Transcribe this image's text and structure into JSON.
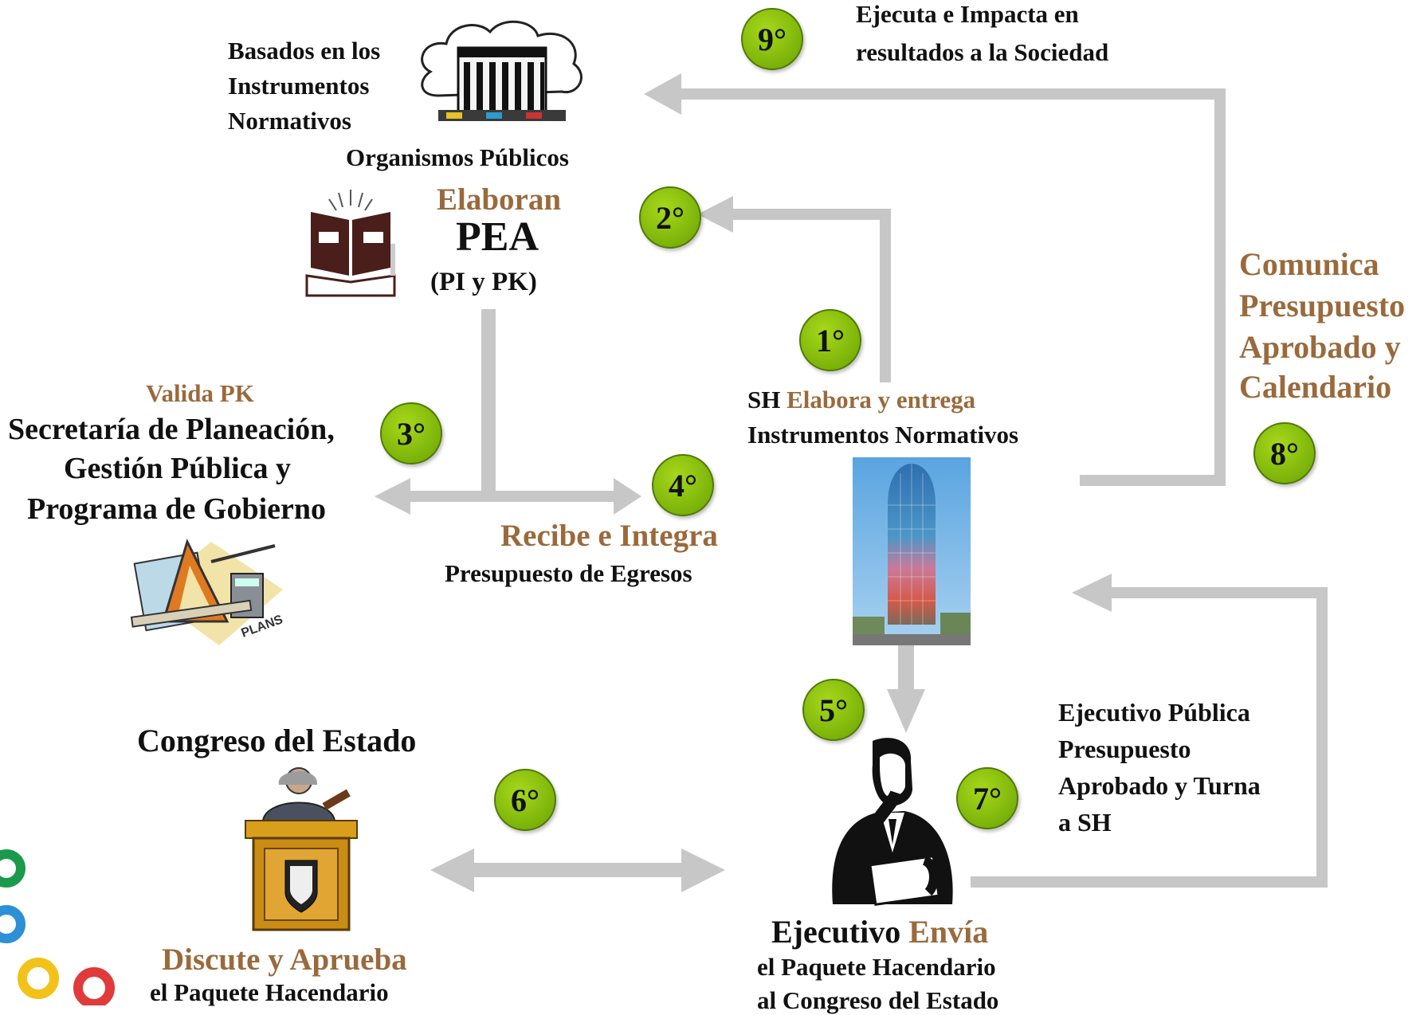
{
  "steps": [
    "1°",
    "2°",
    "3°",
    "4°",
    "5°",
    "6°",
    "7°",
    "8°",
    "9°"
  ],
  "top_left": {
    "basados": [
      "Basados en los",
      "Instrumentos",
      "Normativos"
    ],
    "organismos": "Organismos Públicos",
    "elaboran": "Elaboran",
    "pea": "PEA",
    "pi_pk": "(PI y PK)"
  },
  "step9_text": [
    "Ejecuta e Impacta en",
    "resultados a la Sociedad"
  ],
  "right_block": [
    "Comunica",
    "Presupuesto",
    "Aprobado y",
    "Calendario"
  ],
  "left_block": {
    "valida": "Valida PK",
    "lines": [
      "Secretaría de Planeación,",
      "Gestión Pública y",
      "Programa de Gobierno"
    ]
  },
  "sh_block": {
    "sh": "SH",
    "elabora": "Elabora y entrega",
    "instrumentos": "Instrumentos Normativos"
  },
  "recibe": {
    "title": "Recibe e Integra",
    "subtitle": "Presupuesto de Egresos"
  },
  "congreso": {
    "title": "Congreso del Estado",
    "discute": "Discute y Aprueba",
    "paquete": "el Paquete Hacendario"
  },
  "ejecutivo": {
    "ejecutivo": "Ejecutivo",
    "envia": "Envía",
    "line2": "el  Paquete Hacendario",
    "line3": "al Congreso del Estado"
  },
  "ejecutivo_publica": [
    "Ejecutivo Pública",
    "Presupuesto",
    "Aprobado y Turna",
    "a SH"
  ],
  "colors": {
    "brown": "#9a6a3c",
    "step_green": "#8cc712",
    "arrow_gray": "#c7c7c7"
  },
  "icons": [
    "government-building-icon",
    "reading-book-icon",
    "planning-tools-icon",
    "skyscraper-photo",
    "judge-podium-icon",
    "thinking-man-icon",
    "logo-rings-icon"
  ]
}
